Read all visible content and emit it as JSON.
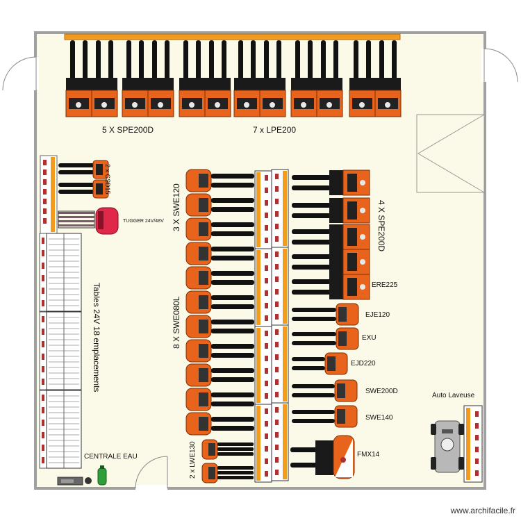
{
  "labels": {
    "spe_top": "5 X SPE200D",
    "lpe_top": "7 x LPE200",
    "csd": "2 x CSD15",
    "tugger": "TUGGER 24V/48V",
    "tables": "Tables 24V  18 emplacements",
    "swe120": "3 X SWE120",
    "swe080": "8 X SWE080L",
    "lwe": "2 x LWE130",
    "spe_right": "4 X SPE200D",
    "ere": "ERE225",
    "eje": "EJE120",
    "exu": "EXU",
    "ejd": "EJD220",
    "swe200": "SWE200D",
    "swe140": "SWE140",
    "fmx": "FMX14",
    "autolaveuse": "Auto Laveuse",
    "centrale": "CENTRALE EAU"
  },
  "watermark": "www.archifacile.fr",
  "colors": {
    "floor": "#fbf9e8",
    "wall": "#a0a0a0",
    "truck_orange": "#e8631c",
    "charger_orange": "#f29b1d",
    "fork_black": "#111111",
    "tugger_red": "#e0284a",
    "washer_green": "#2e9e3a"
  }
}
